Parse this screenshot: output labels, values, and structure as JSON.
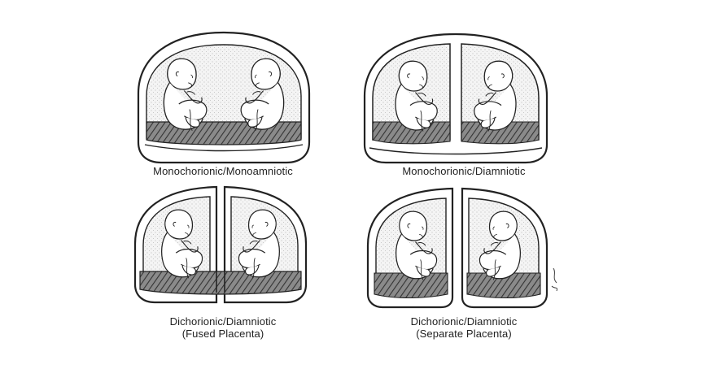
{
  "colors": {
    "ink": "#222222",
    "placenta_fill": "#6a6a6a",
    "amniotic_fill": "#f1f1f1",
    "background": "#ffffff"
  },
  "panels": [
    {
      "id": "mono-mono",
      "label_lines": [
        "Monochorionic/Monoamniotic"
      ]
    },
    {
      "id": "mono-di",
      "label_lines": [
        "Monochorionic/Diamniotic"
      ]
    },
    {
      "id": "di-di-fused",
      "label_lines": [
        "Dichorionic/Diamniotic",
        "(Fused Placenta)"
      ]
    },
    {
      "id": "di-di-sep",
      "label_lines": [
        "Dichorionic/Diamniotic",
        "(Separate Placenta)"
      ]
    }
  ]
}
